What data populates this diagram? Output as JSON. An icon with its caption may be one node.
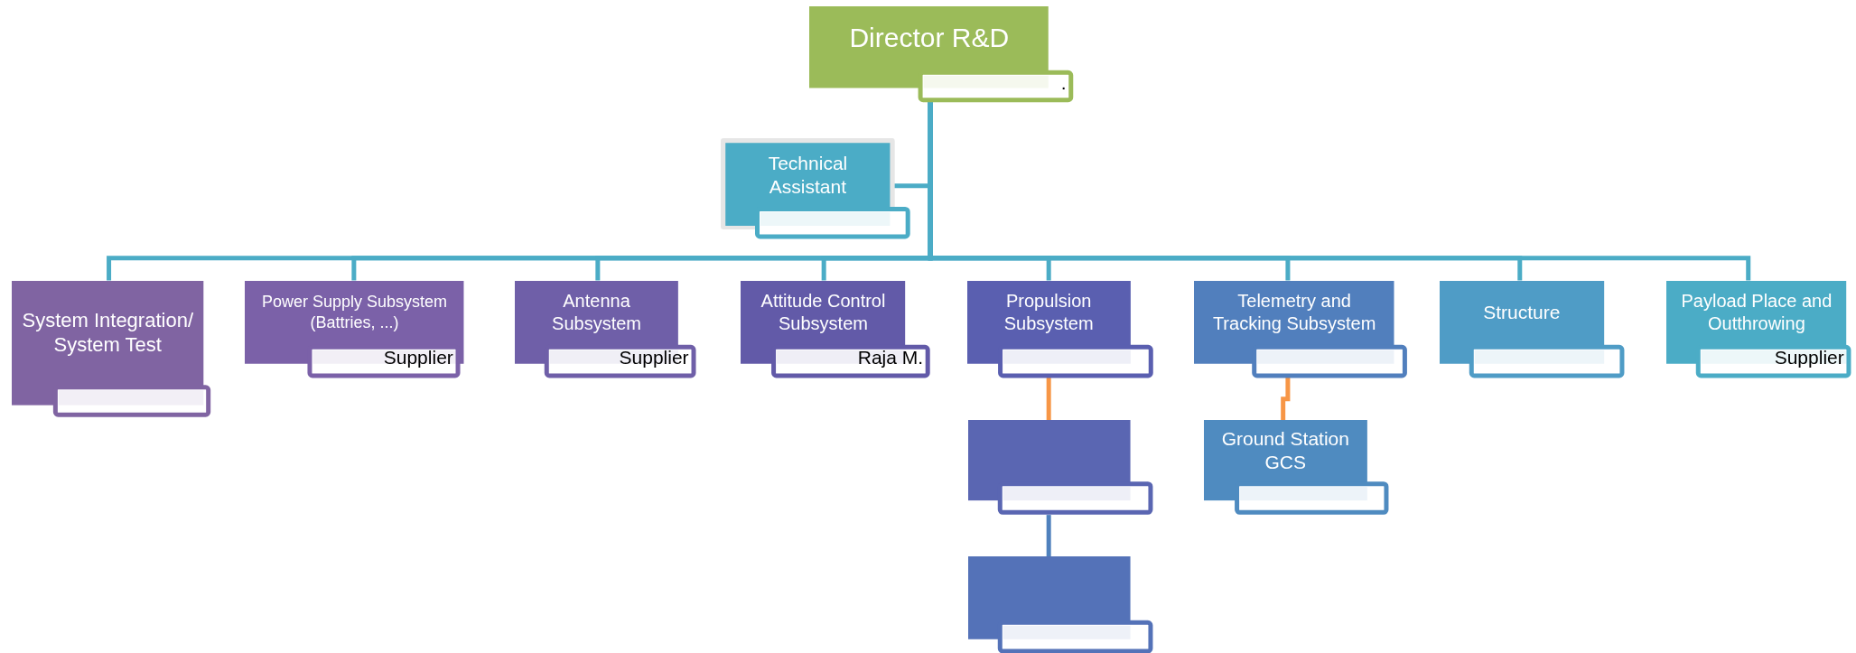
{
  "diagram": {
    "nodes": [
      {
        "text": [
          "Director R&D",
          "."
        ]
      },
      {
        "text": [
          "Technical Assistant"
        ]
      },
      {
        "text": [
          "System Integration/ System Test"
        ]
      },
      {
        "text": [
          "Power Supply Subsystem (Battries, ...)",
          "Supplier"
        ]
      },
      {
        "text": [
          "Antenna Subsystem",
          "Supplier"
        ]
      },
      {
        "text": [
          "Attitude Control Subsystem",
          "Raja M."
        ]
      },
      {
        "text": [
          "Propulsion Subsystem"
        ]
      },
      {
        "text": [
          "Telemetry and Tracking Subsystem"
        ]
      },
      {
        "text": [
          "Structure"
        ]
      },
      {
        "text": [
          "Payload Place and Outthrowing",
          "Supplier"
        ]
      },
      {
        "text": [],
        "shape": "box"
      },
      {
        "text": [],
        "shape": "box"
      },
      {
        "text": [
          "Ground Station GCS"
        ]
      }
    ],
    "edges": [
      {
        "from": 0,
        "to": 1,
        "arrow": "none"
      },
      {
        "from": 0,
        "to": 2,
        "arrow": "none"
      },
      {
        "from": 0,
        "to": 3,
        "arrow": "none"
      },
      {
        "from": 0,
        "to": 4,
        "arrow": "none"
      },
      {
        "from": 0,
        "to": 5,
        "arrow": "none"
      },
      {
        "from": 0,
        "to": 6,
        "arrow": "none"
      },
      {
        "from": 0,
        "to": 7,
        "arrow": "none"
      },
      {
        "from": 0,
        "to": 8,
        "arrow": "none"
      },
      {
        "from": 0,
        "to": 9,
        "arrow": "none"
      },
      {
        "from": 6,
        "to": 10,
        "arrow": "none",
        "color": "#f79646"
      },
      {
        "from": 10,
        "to": 11,
        "arrow": "none",
        "color": "#4f81bd"
      },
      {
        "from": 7,
        "to": 12,
        "arrow": "none",
        "color": "#f79646"
      }
    ]
  }
}
